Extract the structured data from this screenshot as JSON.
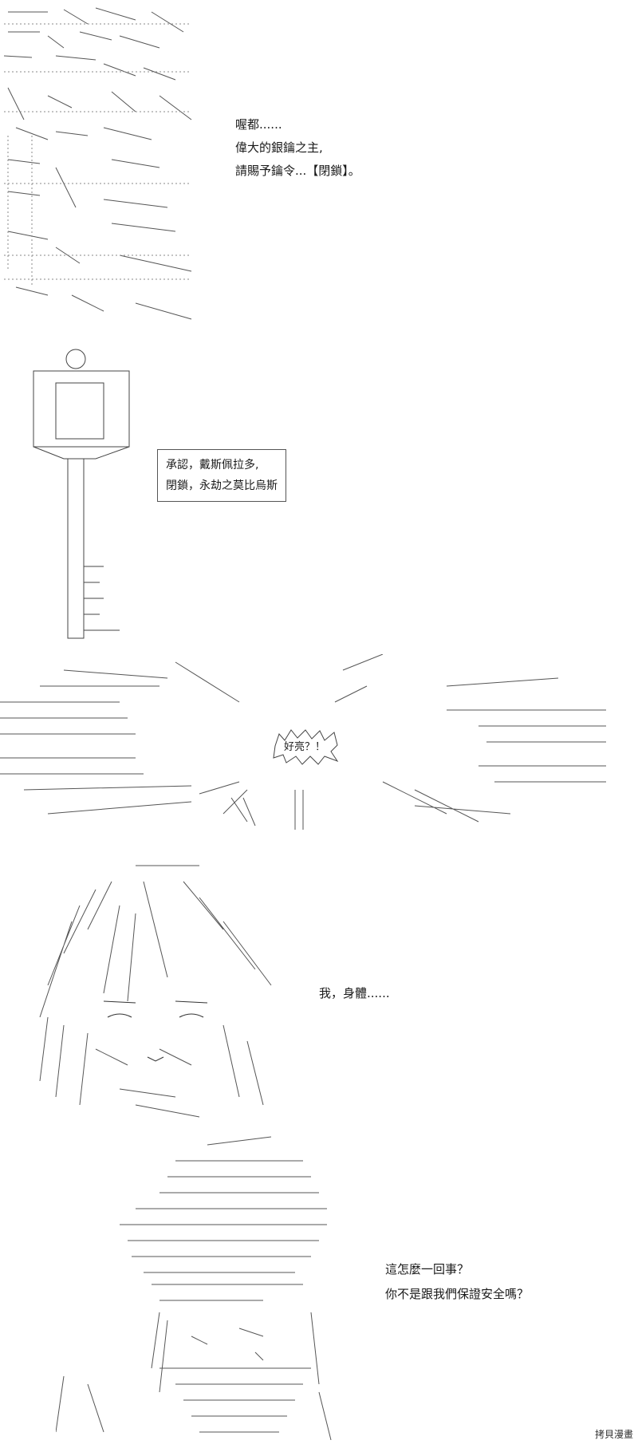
{
  "panel1": {
    "lines": [
      "喔都......",
      "偉大的銀鑰之主,",
      "請賜予鑰令...【閉鎖】。"
    ]
  },
  "panel2": {
    "bubble_lines": [
      "承認，戴斯佩拉多,",
      "閉鎖，永劫之莫比烏斯"
    ]
  },
  "panel3": {
    "exclaim": "好亮？！"
  },
  "panel4": {
    "line": "我，身體......"
  },
  "panel5": {
    "lines": [
      "這怎麼一回事？",
      "你不是跟我們保證安全嗎？"
    ]
  },
  "watermark": "拷貝漫畫"
}
